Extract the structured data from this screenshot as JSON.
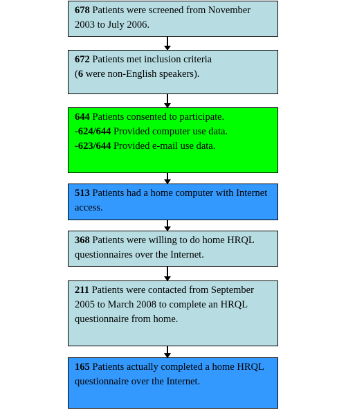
{
  "boxes": [
    {
      "count": "678",
      "text": " Patients were screened from November 2003 to July 2006."
    },
    {
      "count": "672",
      "text": " Patients met inclusion criteria",
      "line2_pre": "(",
      "line2_bold": "6",
      "line2_post": " were non-English speakers)."
    },
    {
      "count": "644",
      "text": " Patients consented to participate.",
      "sub": [
        {
          "bold": "-624/644",
          "text": " Provided computer use data."
        },
        {
          "bold": "-623/644",
          "text": " Provided e-mail use data."
        }
      ]
    },
    {
      "count": "513",
      "text": " Patients had a home computer with Internet access."
    },
    {
      "count": "368",
      "text": " Patients were willing to do home HRQL questionnaires over the Internet."
    },
    {
      "count": "211",
      "text": " Patients were contacted from September 2005 to March 2008 to complete an HRQL questionnaire from home."
    },
    {
      "count": "165",
      "text": " Patients actually completed a home HRQL questionnaire over the Internet."
    }
  ],
  "colors": {
    "teal": "#b7dde2",
    "green": "#00ff00",
    "blue": "#3399ff"
  }
}
